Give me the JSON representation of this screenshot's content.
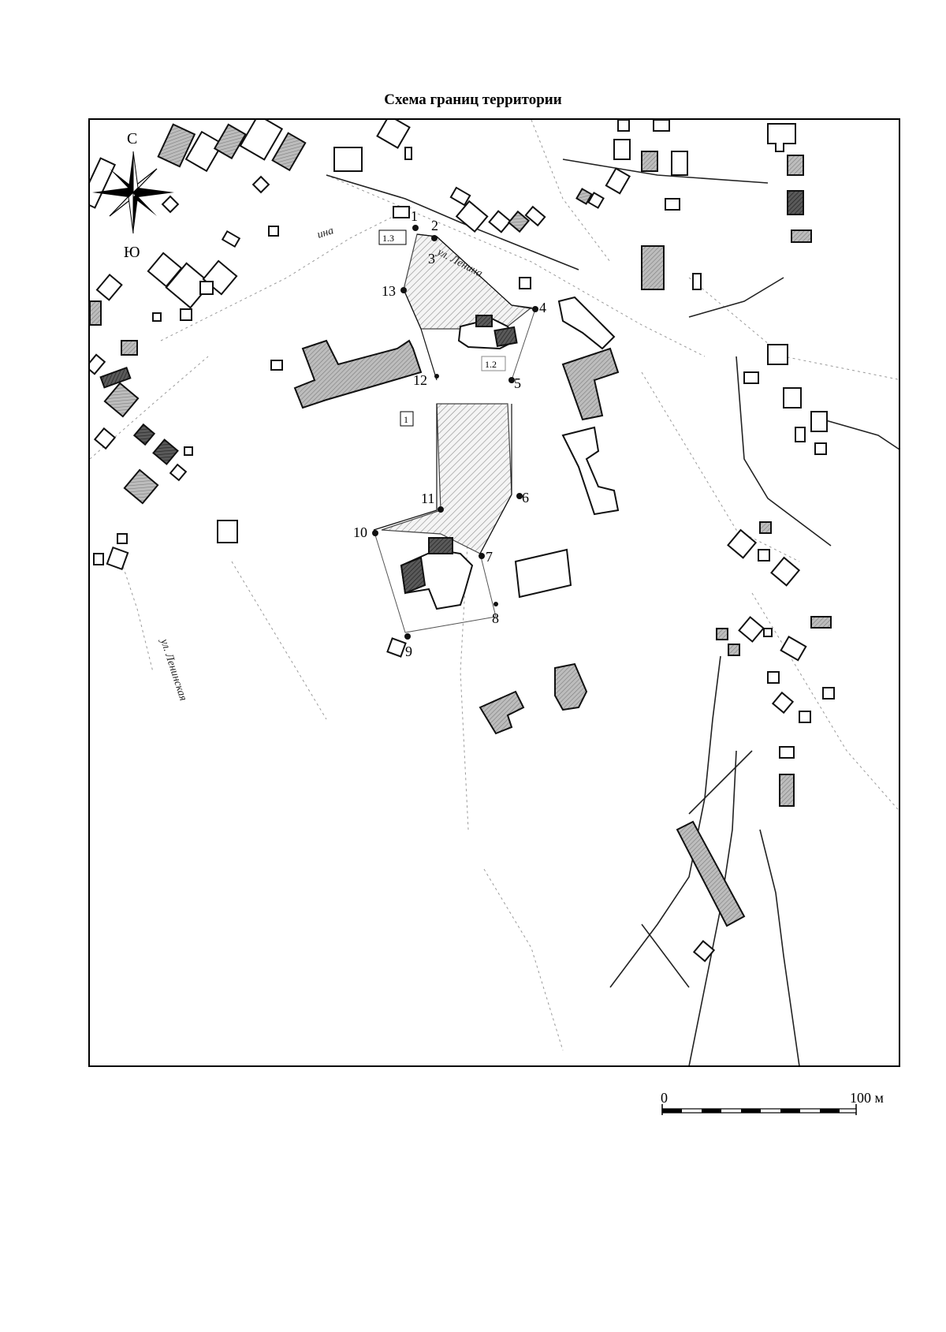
{
  "title": "Схема границ территории",
  "compass": {
    "north": "С",
    "south": "Ю"
  },
  "streets": {
    "top": "ул. Ленина",
    "left_fragment": "ина",
    "west": "ул. Ленинская"
  },
  "zones": [
    "1.3",
    "1.2",
    "1"
  ],
  "boundary_points": [
    "1",
    "2",
    "3",
    "4",
    "5",
    "6",
    "7",
    "8",
    "9",
    "10",
    "11",
    "12",
    "13"
  ],
  "scale": {
    "start": "0",
    "end": "100 м"
  }
}
